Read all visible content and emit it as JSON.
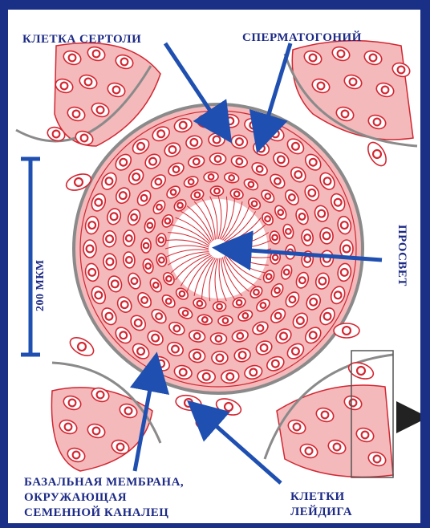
{
  "diagram": {
    "labels": {
      "sertoli": "КЛЕТКА СЕРТОЛИ",
      "spermatogonium": "СПЕРМАТОГОНИЙ",
      "lumen": "ПРОСВЕТ",
      "scale": "200 МКМ",
      "basal_line1": "БАЗАЛЬНАЯ МЕМБРАНА,",
      "basal_line2": "ОКРУЖАЮЩАЯ",
      "basal_line3": "СЕМЕННОЙ КАНАЛЕЦ",
      "leydig_line1": "КЛЕТКИ",
      "leydig_line2": "ЛЕЙДИГА"
    },
    "colors": {
      "background": "#1a2f86",
      "tissue": "#f3b9bb",
      "cell_outline": "#d32631",
      "cell_fill": "#ffffff",
      "arrow": "#1f4fb0",
      "label": "#1c2a86"
    }
  }
}
